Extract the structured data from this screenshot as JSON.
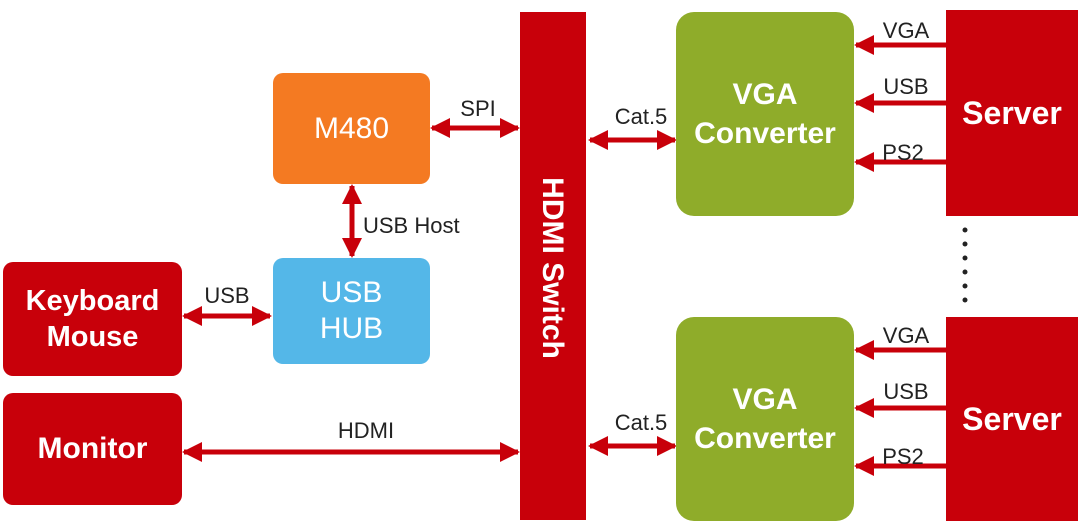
{
  "nodes": {
    "m480": "M480",
    "usb_hub": [
      "USB",
      "HUB"
    ],
    "keyboard_mouse": [
      "Keyboard",
      "Mouse"
    ],
    "monitor": "Monitor",
    "hdmi_switch": "HDMI Switch",
    "vga_converter_top": [
      "VGA",
      "Converter"
    ],
    "vga_converter_bottom": [
      "VGA",
      "Converter"
    ],
    "server_top": "Server",
    "server_bottom": "Server"
  },
  "links": {
    "spi": "SPI",
    "usb_host": "USB Host",
    "usb_kbd": "USB",
    "hdmi": "HDMI",
    "cat5_top": "Cat.5",
    "cat5_bottom": "Cat.5",
    "server_top_vga": "VGA",
    "server_top_usb": "USB",
    "server_top_ps2": "PS2",
    "server_bottom_vga": "VGA",
    "server_bottom_usb": "USB",
    "server_bottom_ps2": "PS2"
  },
  "colors": {
    "red": "#c8000a",
    "orange": "#f47a22",
    "blue": "#54b7e8",
    "green": "#8fac2a",
    "arrow": "#c8000a"
  }
}
